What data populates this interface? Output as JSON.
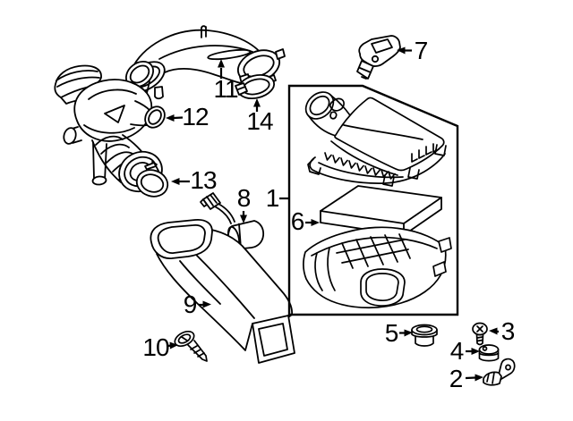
{
  "diagram": {
    "kind": "exploded-parts-diagram",
    "background_color": "#ffffff",
    "line_color": "#000000",
    "label_color": "#000000",
    "assembly_box": {
      "border_color": "#000000"
    },
    "callouts": [
      {
        "label": "1",
        "arrow": "tick-right"
      },
      {
        "label": "2",
        "arrow": "right"
      },
      {
        "label": "3",
        "arrow": "left"
      },
      {
        "label": "4",
        "arrow": "right"
      },
      {
        "label": "5",
        "arrow": "right"
      },
      {
        "label": "6",
        "arrow": "right"
      },
      {
        "label": "7",
        "arrow": "left"
      },
      {
        "label": "8",
        "arrow": "down"
      },
      {
        "label": "9",
        "arrow": "right"
      },
      {
        "label": "10",
        "arrow": "right"
      },
      {
        "label": "11",
        "arrow": "up"
      },
      {
        "label": "12",
        "arrow": "left"
      },
      {
        "label": "13",
        "arrow": "left"
      },
      {
        "label": "14",
        "arrow": "up"
      }
    ]
  }
}
